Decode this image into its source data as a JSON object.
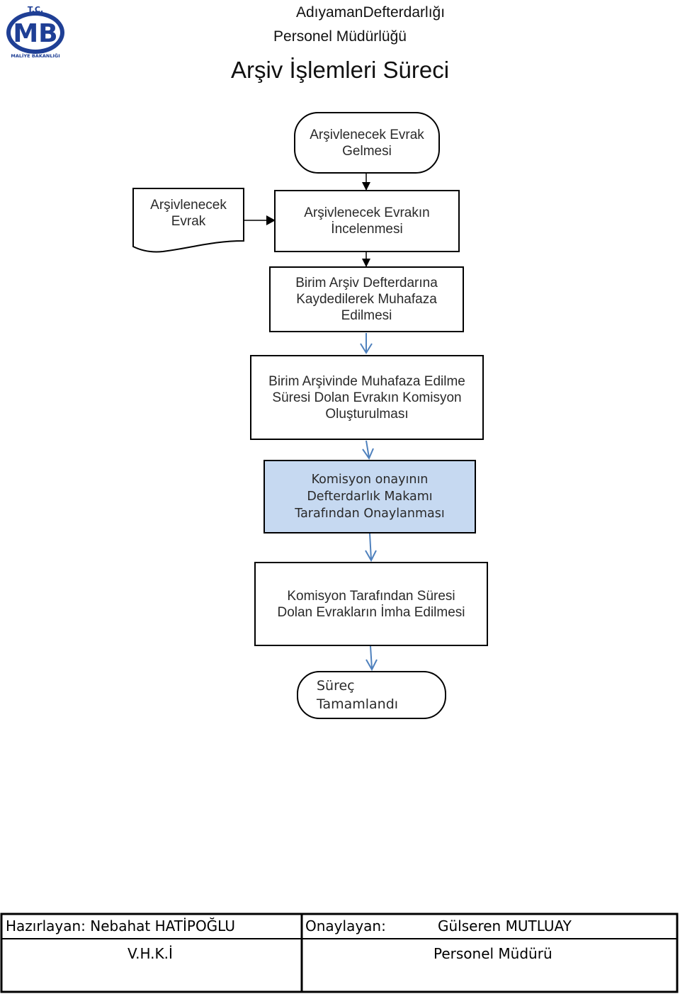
{
  "header": {
    "line1": "AdıyamanDefterdarlığı",
    "line2": "Personel Müdürlüğü",
    "title": "Arşiv İşlemleri Süreci"
  },
  "logo": {
    "top_text": "T.C.",
    "letters": "MB",
    "bottom_text": "MALİYE BAKANLIĞI",
    "color": "#1f3f95"
  },
  "flow": {
    "start": "Arşivlenecek Evrak\nGelmesi",
    "document": "Arşivlenecek\nEvrak",
    "step1": "Arşivlenecek Evrakın\nİncelenmesi",
    "step2": "Birim Arşiv Defterdarına\nKaydedilerek Muhafaza\nEdilmesi",
    "step3": "Birim Arşivinde Muhafaza Edilme\nSüresi Dolan Evrakın Komisyon\nOluşturulması",
    "step4": "Komisyon onayının\nDefterdarlık Makamı\nTarafından Onaylanması",
    "step5": "Komisyon Tarafından Süresi\nDolan Evrakların  İmha Edilmesi",
    "end": "Süreç\nTamamlandı"
  },
  "colors": {
    "highlight_fill": "#c6d9f1",
    "connector_blue": "#4f81bd",
    "border": "#000000"
  },
  "footer": {
    "prepared_by": "Hazırlayan: Nebahat HATİPOĞLU",
    "prepared_title": "V.H.K.İ",
    "approved_label": "Onaylayan:",
    "approved_name": "Gülseren MUTLUAY",
    "approved_title": "Personel Müdürü"
  }
}
